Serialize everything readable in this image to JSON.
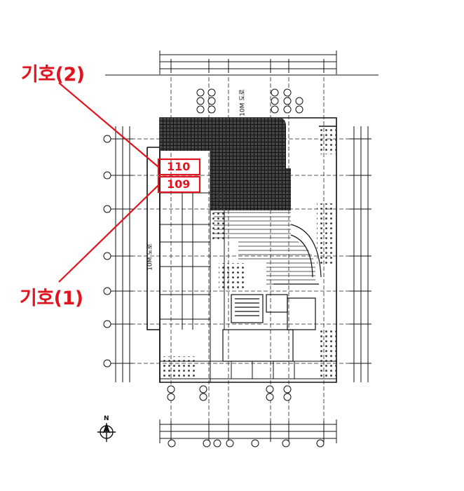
{
  "callouts": {
    "label_2": "기호(2)",
    "label_1": "기호(1)"
  },
  "marked_rooms": {
    "upper": "110",
    "lower": "109"
  },
  "plan_texts": {
    "road_top": "10M 도로",
    "road_left": "10M 도로"
  },
  "north_arrow": {
    "letter": "N",
    "icon": "north-arrow-icon"
  },
  "colors": {
    "annotation_red": "#e0141e",
    "drawing_ink": "#111111"
  }
}
